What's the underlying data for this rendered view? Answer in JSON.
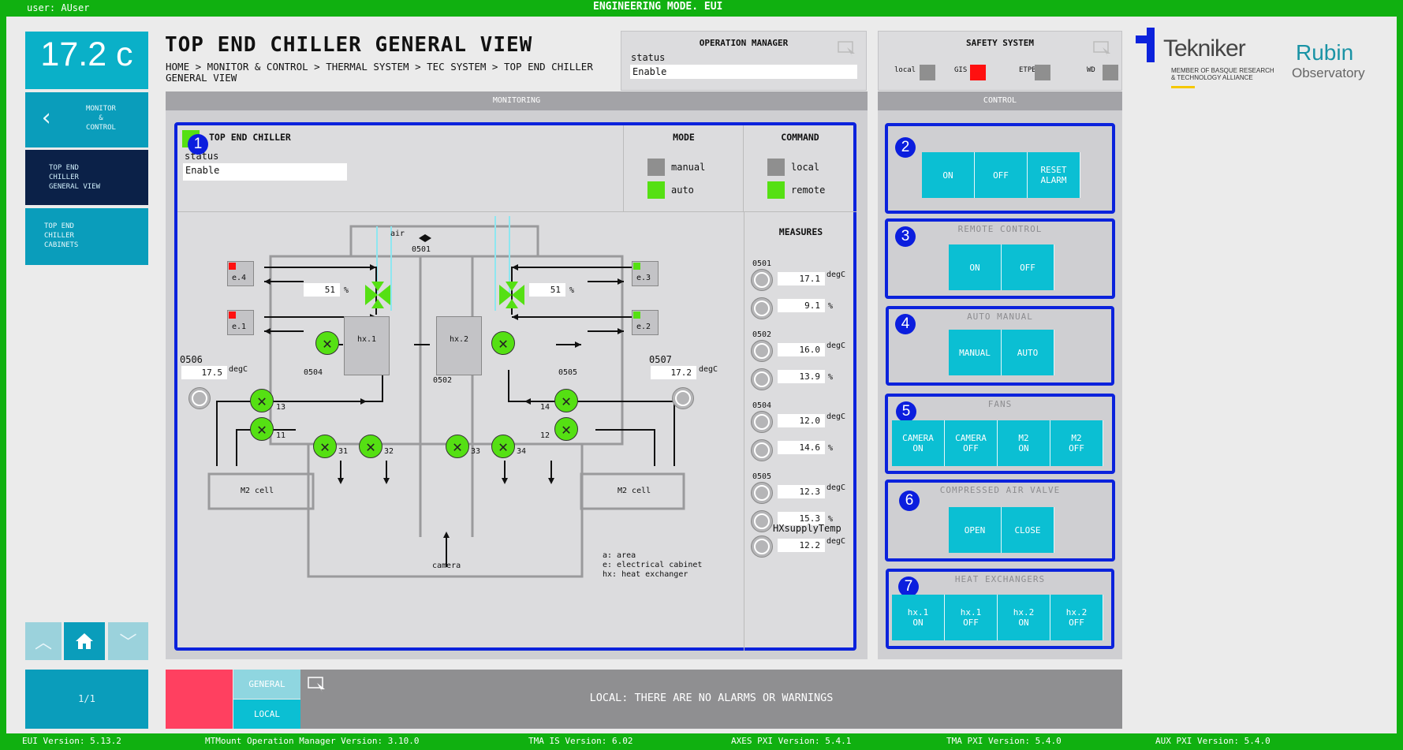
{
  "topbar": {
    "user": "user: AUser",
    "mode": "ENGINEERING MODE. EUI"
  },
  "temperature": "17.2 c",
  "nav": {
    "back": "MONITOR\n&\nCONTROL",
    "item1": "TOP END\nCHILLER\nGENERAL VIEW",
    "item2": "TOP END\nCHILLER\nCABINETS",
    "page": "1/1"
  },
  "header": {
    "title": "TOP END CHILLER GENERAL VIEW",
    "breadcrumb": "HOME > MONITOR & CONTROL > THERMAL SYSTEM > TEC SYSTEM > TOP END CHILLER GENERAL VIEW"
  },
  "opmgr": {
    "title": "OPERATION MANAGER",
    "status_label": "status",
    "status": "Enable"
  },
  "safety": {
    "title": "SAFETY SYSTEM",
    "items": [
      {
        "label": "local",
        "color": "#8f8f8f"
      },
      {
        "label": "GIS",
        "color": "#ff1010"
      },
      {
        "label": "ETPB",
        "color": "#8f8f8f"
      },
      {
        "label": "WD",
        "color": "#8f8f8f"
      }
    ]
  },
  "logo": {
    "company": "Tekniker",
    "tag": "MEMBER OF BASQUE RESEARCH\n& TECHNOLOGY ALLIANCE",
    "rubin": "Rubin",
    "observatory": "Observatory"
  },
  "monitoring": {
    "title": "MONITORING",
    "chiller_title": "TOP END CHILLER",
    "status_label": "status",
    "status": "Enable",
    "mode_title": "MODE",
    "mode_manual": "manual",
    "mode_auto": "auto",
    "command_title": "COMMAND",
    "cmd_local": "local",
    "cmd_remote": "remote",
    "measures_title": "MEASURES",
    "measures": [
      {
        "id": "0501",
        "t": "17.1",
        "h": "9.1"
      },
      {
        "id": "0502",
        "t": "16.0",
        "h": "13.9"
      },
      {
        "id": "0504",
        "t": "12.0",
        "h": "14.6"
      },
      {
        "id": "0505",
        "t": "12.3",
        "h": "15.3"
      }
    ],
    "degc": "degC",
    "pct": "%",
    "hx_label": "HXsupplyTemp",
    "hx_value": "12.2"
  },
  "diagram": {
    "air": "air",
    "a0501": "0501",
    "e4": "e.4",
    "e1": "e.1",
    "e3": "e.3",
    "e2": "e.2",
    "valve1": "51",
    "valve2": "51",
    "pct": "%",
    "hx1": "hx.1",
    "hx2": "hx.2",
    "a0506": "0506",
    "v0506": "17.5",
    "a0507": "0507",
    "v0507": "17.2",
    "degc": "degC",
    "a0504": "0504",
    "a0502": "0502",
    "a0505": "0505",
    "f13": "13",
    "f11": "11",
    "f14": "14",
    "f12": "12",
    "f31": "31",
    "f32": "32",
    "f33": "33",
    "f34": "34",
    "m2a": "M2 cell",
    "m2b": "M2 cell",
    "camera": "camera",
    "legend1": "a: area",
    "legend2": "e: electrical cabinet",
    "legend3": "hx: heat exchanger"
  },
  "control": {
    "title": "CONTROL",
    "on": "ON",
    "off": "OFF",
    "reset": "RESET\nALARM",
    "remote_title": "REMOTE CONTROL",
    "remote_on": "ON",
    "remote_off": "OFF",
    "am_title": "AUTO MANUAL",
    "manual": "MANUAL",
    "auto": "AUTO",
    "fans_title": "FANS",
    "cam_on": "CAMERA\nON",
    "cam_off": "CAMERA\nOFF",
    "m2_on": "M2\nON",
    "m2_off": "M2\nOFF",
    "air_title": "COMPRESSED AIR VALVE",
    "open": "OPEN",
    "close": "CLOSE",
    "hx_title": "HEAT EXCHANGERS",
    "hx1_on": "hx.1\nON",
    "hx1_off": "hx.1\nOFF",
    "hx2_on": "hx.2\nON",
    "hx2_off": "hx.2\nOFF"
  },
  "alarms": {
    "general": "GENERAL",
    "local": "LOCAL",
    "message": "LOCAL: THERE ARE NO ALARMS OR WARNINGS"
  },
  "versions": [
    "EUI Version: 5.13.2",
    "MTMount Operation Manager Version: 3.10.0",
    "TMA IS Version: 6.02",
    "AXES PXI Version: 5.4.1",
    "TMA PXI Version: 5.4.0",
    "AUX PXI Version: 5.4.0"
  ],
  "markers": [
    "1",
    "2",
    "3",
    "4",
    "5",
    "6",
    "7"
  ],
  "colors": {
    "green": "#55e013",
    "red": "#ff1010",
    "grey": "#8f8f8f",
    "teal": "#0bbfd3",
    "blue": "#0b22dc"
  }
}
